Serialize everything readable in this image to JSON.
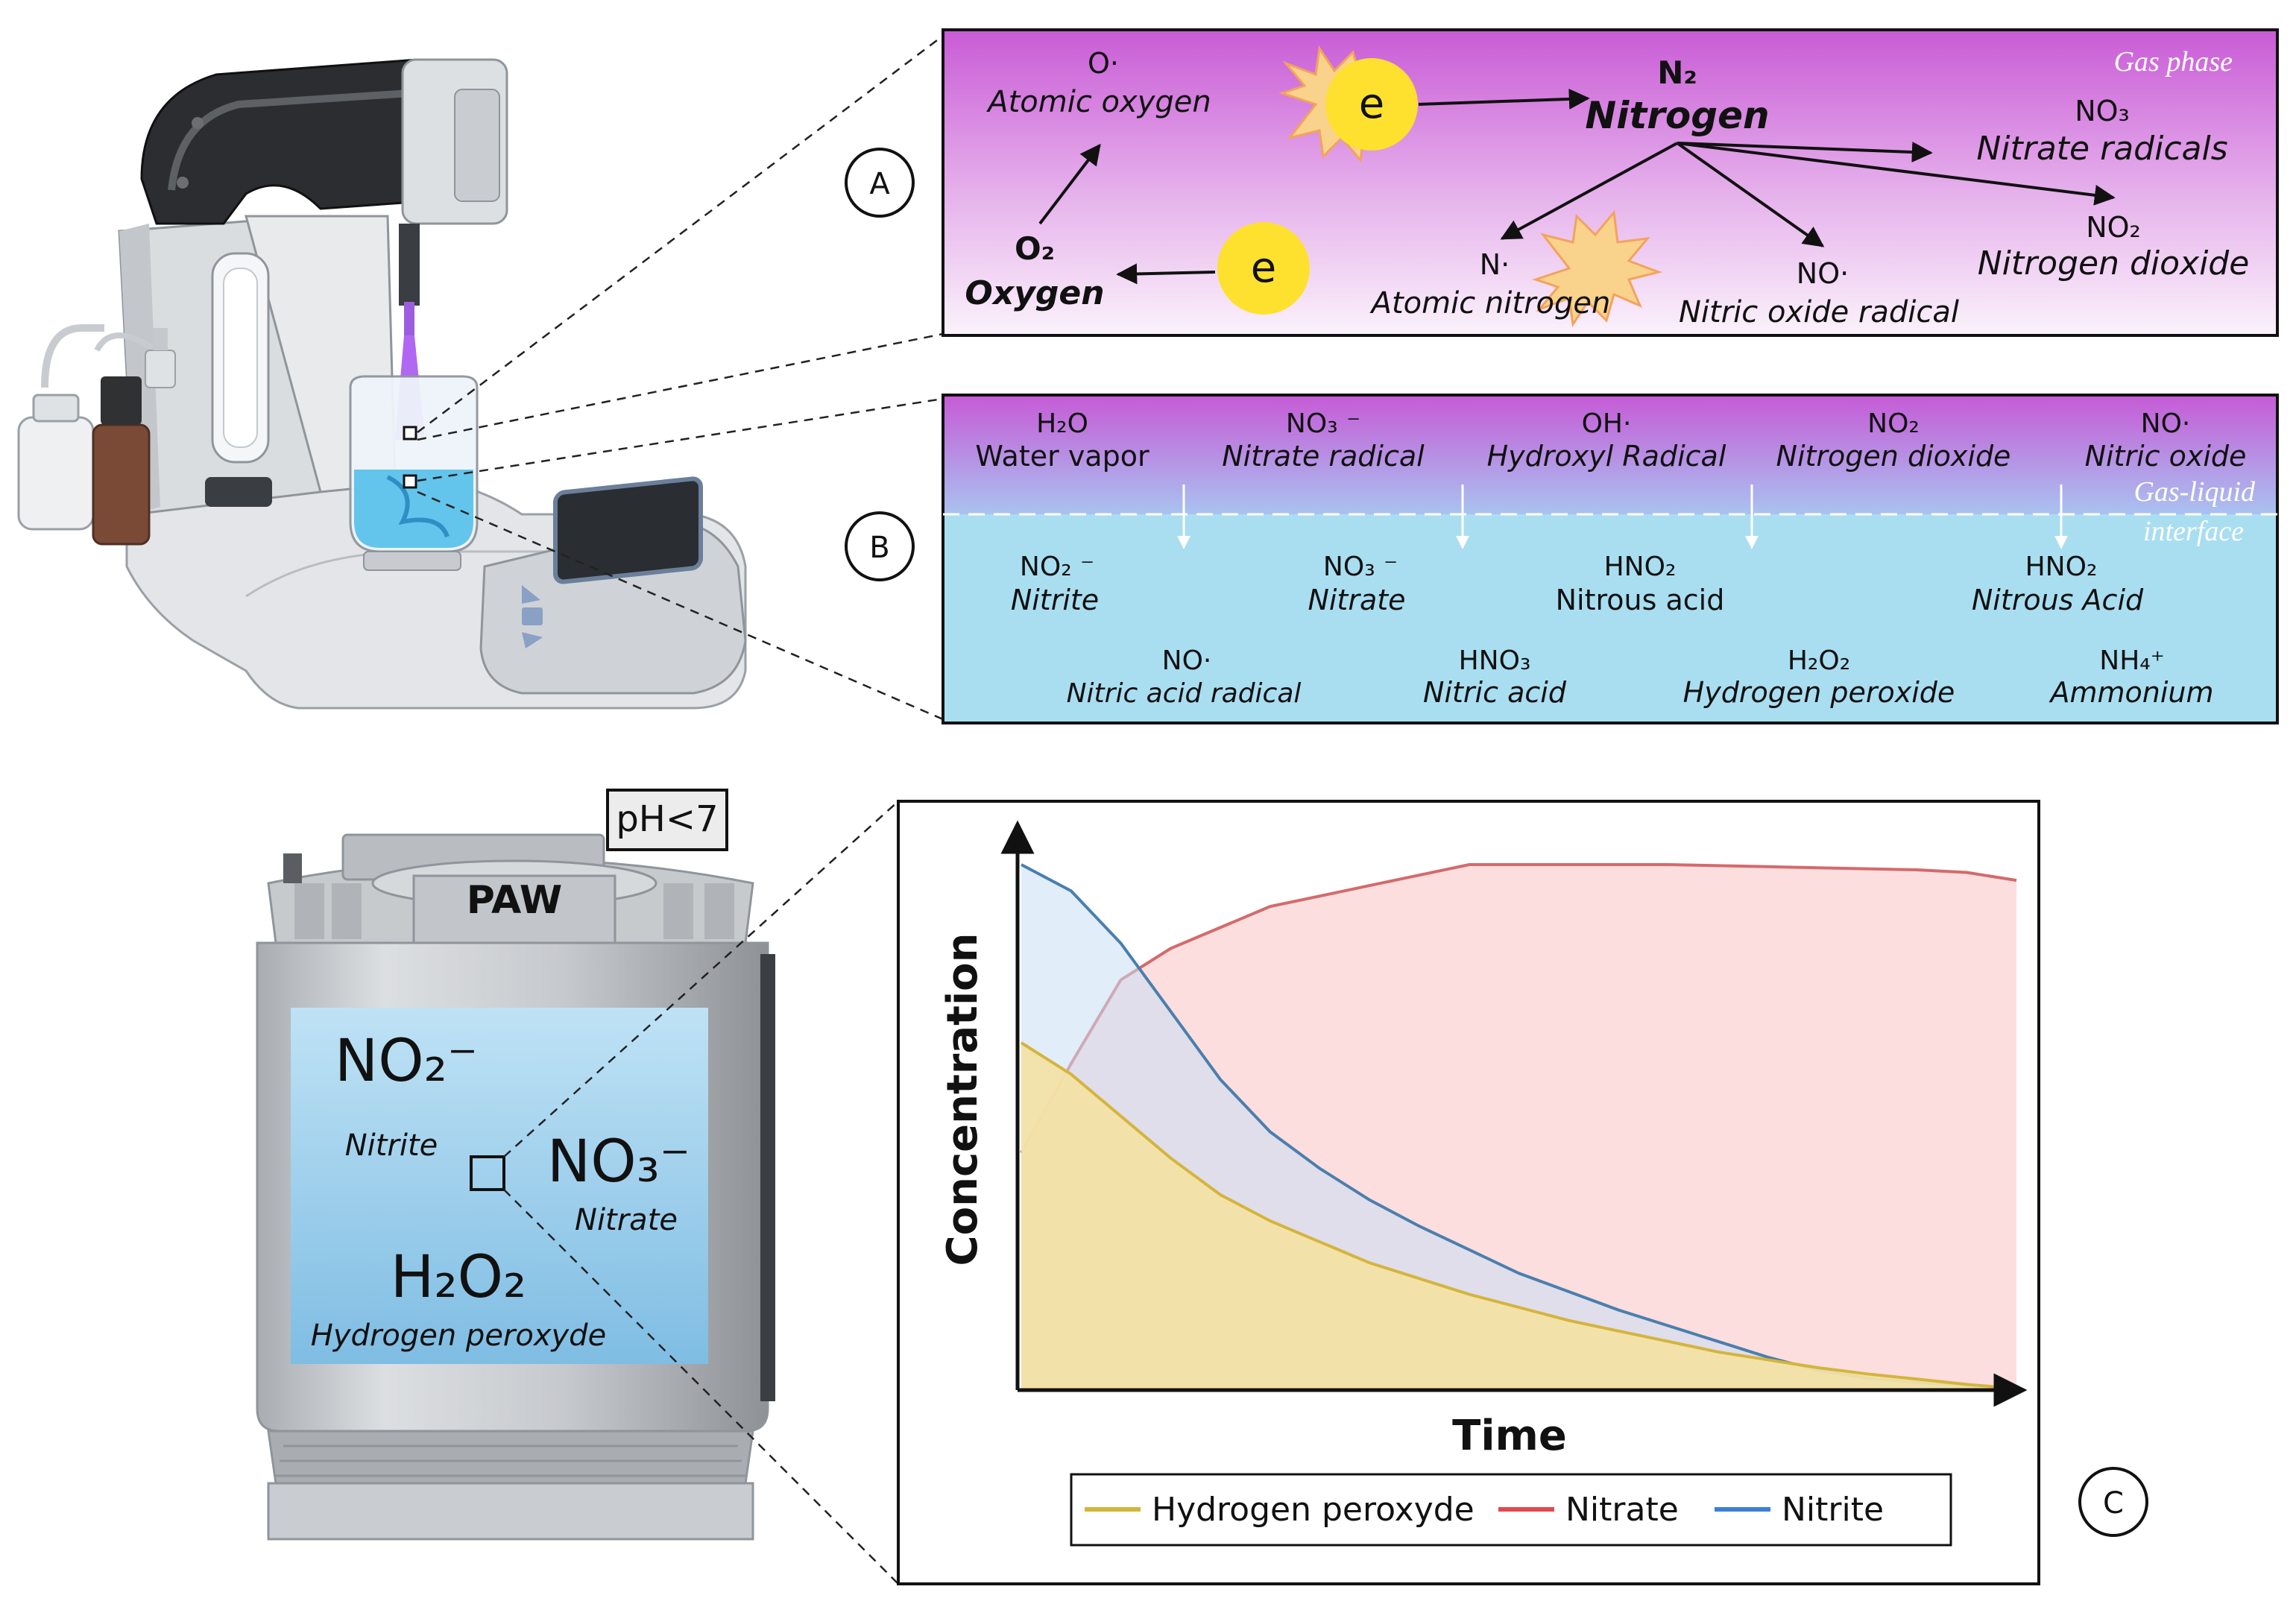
{
  "panel_labels": {
    "a": "A",
    "b": "B",
    "c": "C"
  },
  "panel_a": {
    "gas_phase": "Gas phase",
    "atomic_oxygen_formula": "O·",
    "atomic_oxygen": "Atomic oxygen",
    "oxygen_formula": "O₂",
    "oxygen": "Oxygen",
    "electron": "e",
    "nitrogen_formula": "N₂",
    "nitrogen": "Nitrogen",
    "nitrate_radicals_formula": "NO₃",
    "nitrate_radicals": "Nitrate radicals",
    "nitrogen_dioxide_formula": "NO₂",
    "nitrogen_dioxide": "Nitrogen dioxide",
    "atomic_nitrogen_formula": "N·",
    "atomic_nitrogen": "Atomic nitrogen",
    "nitric_oxide_radical_formula": "NO·",
    "nitric_oxide_radical": "Nitric oxide radical"
  },
  "panel_b": {
    "gas_species": [
      {
        "formula": "H₂O",
        "name": "Water vapor"
      },
      {
        "formula": "NO₃ ⁻",
        "name": "Nitrate radical"
      },
      {
        "formula": "OH·",
        "name": "Hydroxyl Radical"
      },
      {
        "formula": "NO₂",
        "name": "Nitrogen dioxide"
      },
      {
        "formula": "NO·",
        "name": "Nitric oxide"
      }
    ],
    "interface_line1": "Gas-liquid",
    "interface_line2": "interface",
    "liquid_row1": [
      {
        "formula": "NO₂ ⁻",
        "name": "Nitrite"
      },
      {
        "formula": "NO₃ ⁻",
        "name": "Nitrate"
      },
      {
        "formula": "HNO₂",
        "name": "Nitrous acid"
      },
      {
        "formula": "HNO₂",
        "name": "Nitrous Acid"
      }
    ],
    "liquid_row2": [
      {
        "formula": "NO·",
        "name": "Nitric acid radical"
      },
      {
        "formula": "HNO₃",
        "name": "Nitric acid"
      },
      {
        "formula": "H₂O₂",
        "name": "Hydrogen peroxide"
      },
      {
        "formula": "NH₄⁺",
        "name": "Ammonium"
      }
    ]
  },
  "tank": {
    "ph_label": "pH<7",
    "paw_label": "PAW",
    "nitrite_formula": "NO₂⁻",
    "nitrite": "Nitrite",
    "nitrate_formula": "NO₃⁻",
    "nitrate": "Nitrate",
    "peroxide_formula": "H₂O₂",
    "peroxide": "Hydrogen peroxyde"
  },
  "colors": {
    "peroxide": "#d4b43c",
    "nitrate": "#e0494f",
    "nitrite": "#3d7fd6",
    "gas_top": "#cc5fd8",
    "liquid": "#a9def1"
  },
  "chart_data": {
    "type": "area",
    "xlabel": "Time",
    "ylabel": "Concentration",
    "x": [
      0,
      0.5,
      1,
      1.5,
      2,
      2.5,
      3,
      3.5,
      4,
      4.5,
      5,
      5.5,
      6,
      6.5,
      7,
      7.5,
      8,
      8.5,
      9,
      9.5,
      10
    ],
    "series": [
      {
        "name": "Hydrogen peroxyde",
        "values": [
          66,
          60,
          52,
          44,
          37,
          32,
          28,
          24,
          21,
          18,
          15.5,
          13,
          11,
          9,
          7,
          5.5,
          4,
          2.8,
          1.8,
          0.8,
          0
        ]
      },
      {
        "name": "Nitrate",
        "values": [
          45,
          62,
          78,
          84,
          88,
          92,
          94,
          96,
          98,
          100,
          100,
          100,
          100,
          100,
          99.8,
          99.6,
          99.4,
          99.2,
          99,
          98.5,
          97
        ]
      },
      {
        "name": "Nitrite",
        "values": [
          100,
          95,
          85,
          72,
          59,
          49,
          42,
          36,
          31,
          26.5,
          22,
          18.5,
          15,
          12,
          9,
          6,
          3.5,
          2,
          1.2,
          0.5,
          0
        ]
      }
    ],
    "legend_position": "bottom"
  }
}
